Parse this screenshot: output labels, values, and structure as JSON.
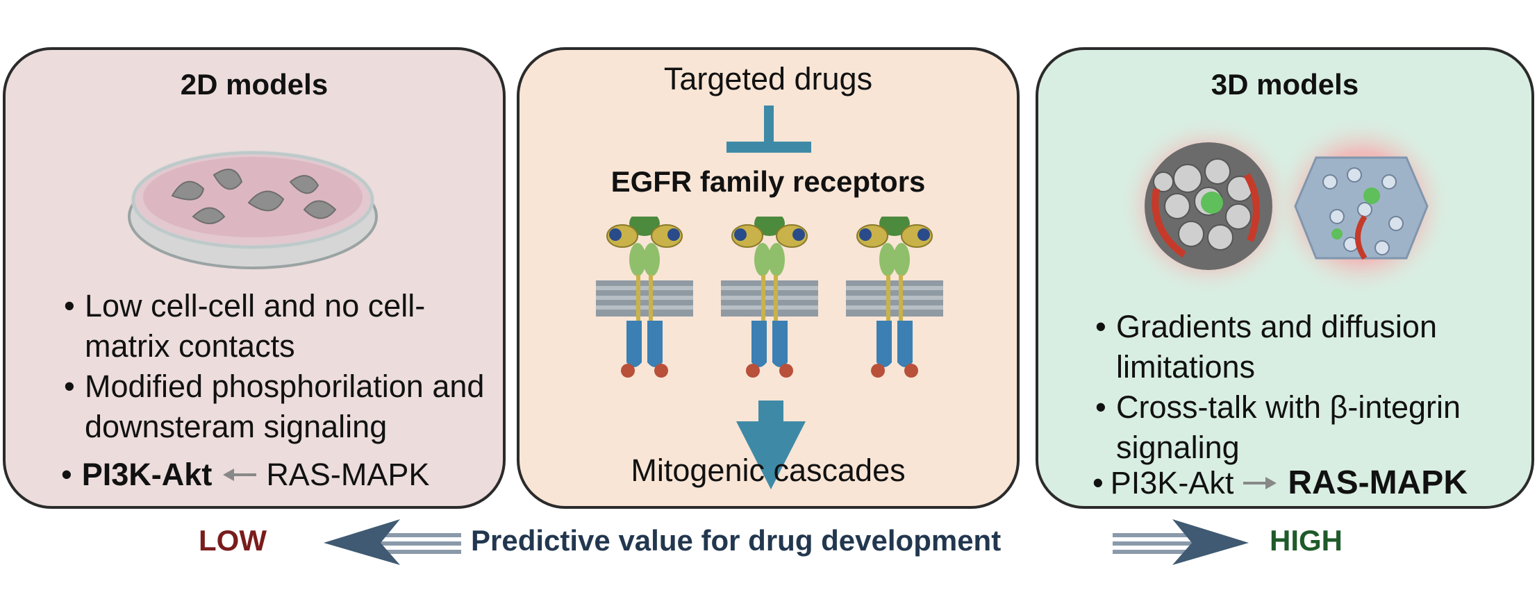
{
  "left_panel": {
    "title": "2D models",
    "bullets": [
      "Low cell-cell and no cell-matrix contacts",
      "Modified phosphorilation and downsteram signaling"
    ],
    "pathway_strong": "PI3K-Akt",
    "pathway_weak": "RAS-MAPK"
  },
  "middle_panel": {
    "top_text": "Targeted drugs",
    "receptor_title": "EGFR family receptors",
    "bottom_text": "Mitogenic cascades"
  },
  "right_panel": {
    "title": "3D models",
    "bullets": [
      "Gradients and diffusion limitations",
      "Cross-talk with β-integrin signaling"
    ],
    "pathway_weak": "PI3K-Akt",
    "pathway_strong": "RAS-MAPK"
  },
  "bottom": {
    "low_label": "LOW",
    "center_label": "Predictive value for drug development",
    "high_label": "HIGH"
  },
  "colors": {
    "low": "#7a1c1c",
    "high": "#1f5a2a",
    "axis_text": "#22374f",
    "arrow": "#3f5a72",
    "inhibit": "#3e8aa6"
  }
}
